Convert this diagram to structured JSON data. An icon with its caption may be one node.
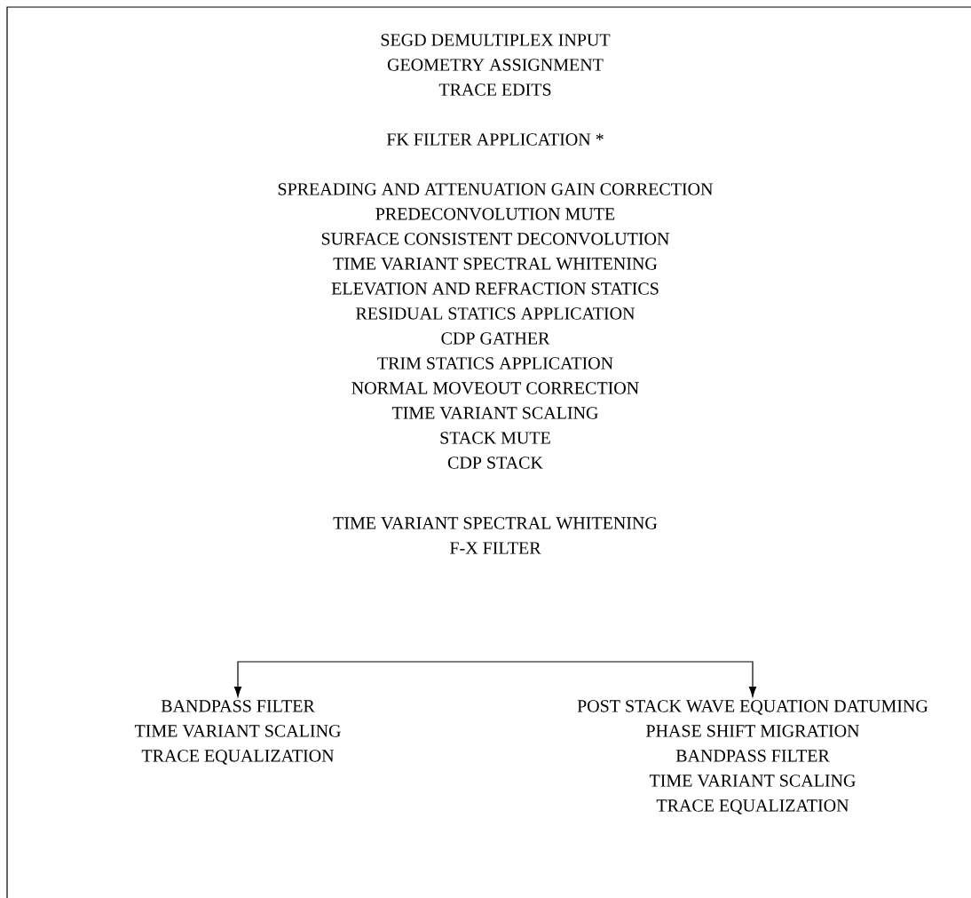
{
  "diagram": {
    "nodes": [
      {
        "text": [
          "BANDPASS FILTER",
          "TIME VARIANT SCALING",
          "TRACE EQUALIZATION"
        ]
      },
      {
        "text": [
          "POST STACK WAVE EQUATION DATUMING",
          "PHASE SHIFT MIGRATION",
          "BANDPASS FILTER",
          "TIME VARIANT SCALING",
          "TRACE EQUALIZATION"
        ]
      }
    ],
    "edges": [
      {
        "from": null,
        "to": 0,
        "arrow": "to"
      },
      {
        "from": null,
        "to": 1,
        "arrow": "to"
      }
    ],
    "labels": [
      "SEGD DEMULTIPLEX INPUT",
      "GEOMETRY ASSIGNMENT",
      "TRACE EDITS",
      "FK FILTER APPLICATION *",
      "SPREADING AND ATTENUATION GAIN CORRECTION",
      "PREDECONVOLUTION MUTE",
      "SURFACE CONSISTENT DECONVOLUTION",
      "TIME VARIANT SPECTRAL WHITENING",
      "ELEVATION AND REFRACTION STATICS",
      "RESIDUAL STATICS APPLICATION",
      "CDP GATHER",
      "TRIM STATICS APPLICATION",
      "NORMAL MOVEOUT CORRECTION",
      "TIME VARIANT SCALING",
      "STACK MUTE",
      "CDP STACK",
      "TIME VARIANT SPECTRAL WHITENING",
      "F-X FILTER"
    ]
  }
}
